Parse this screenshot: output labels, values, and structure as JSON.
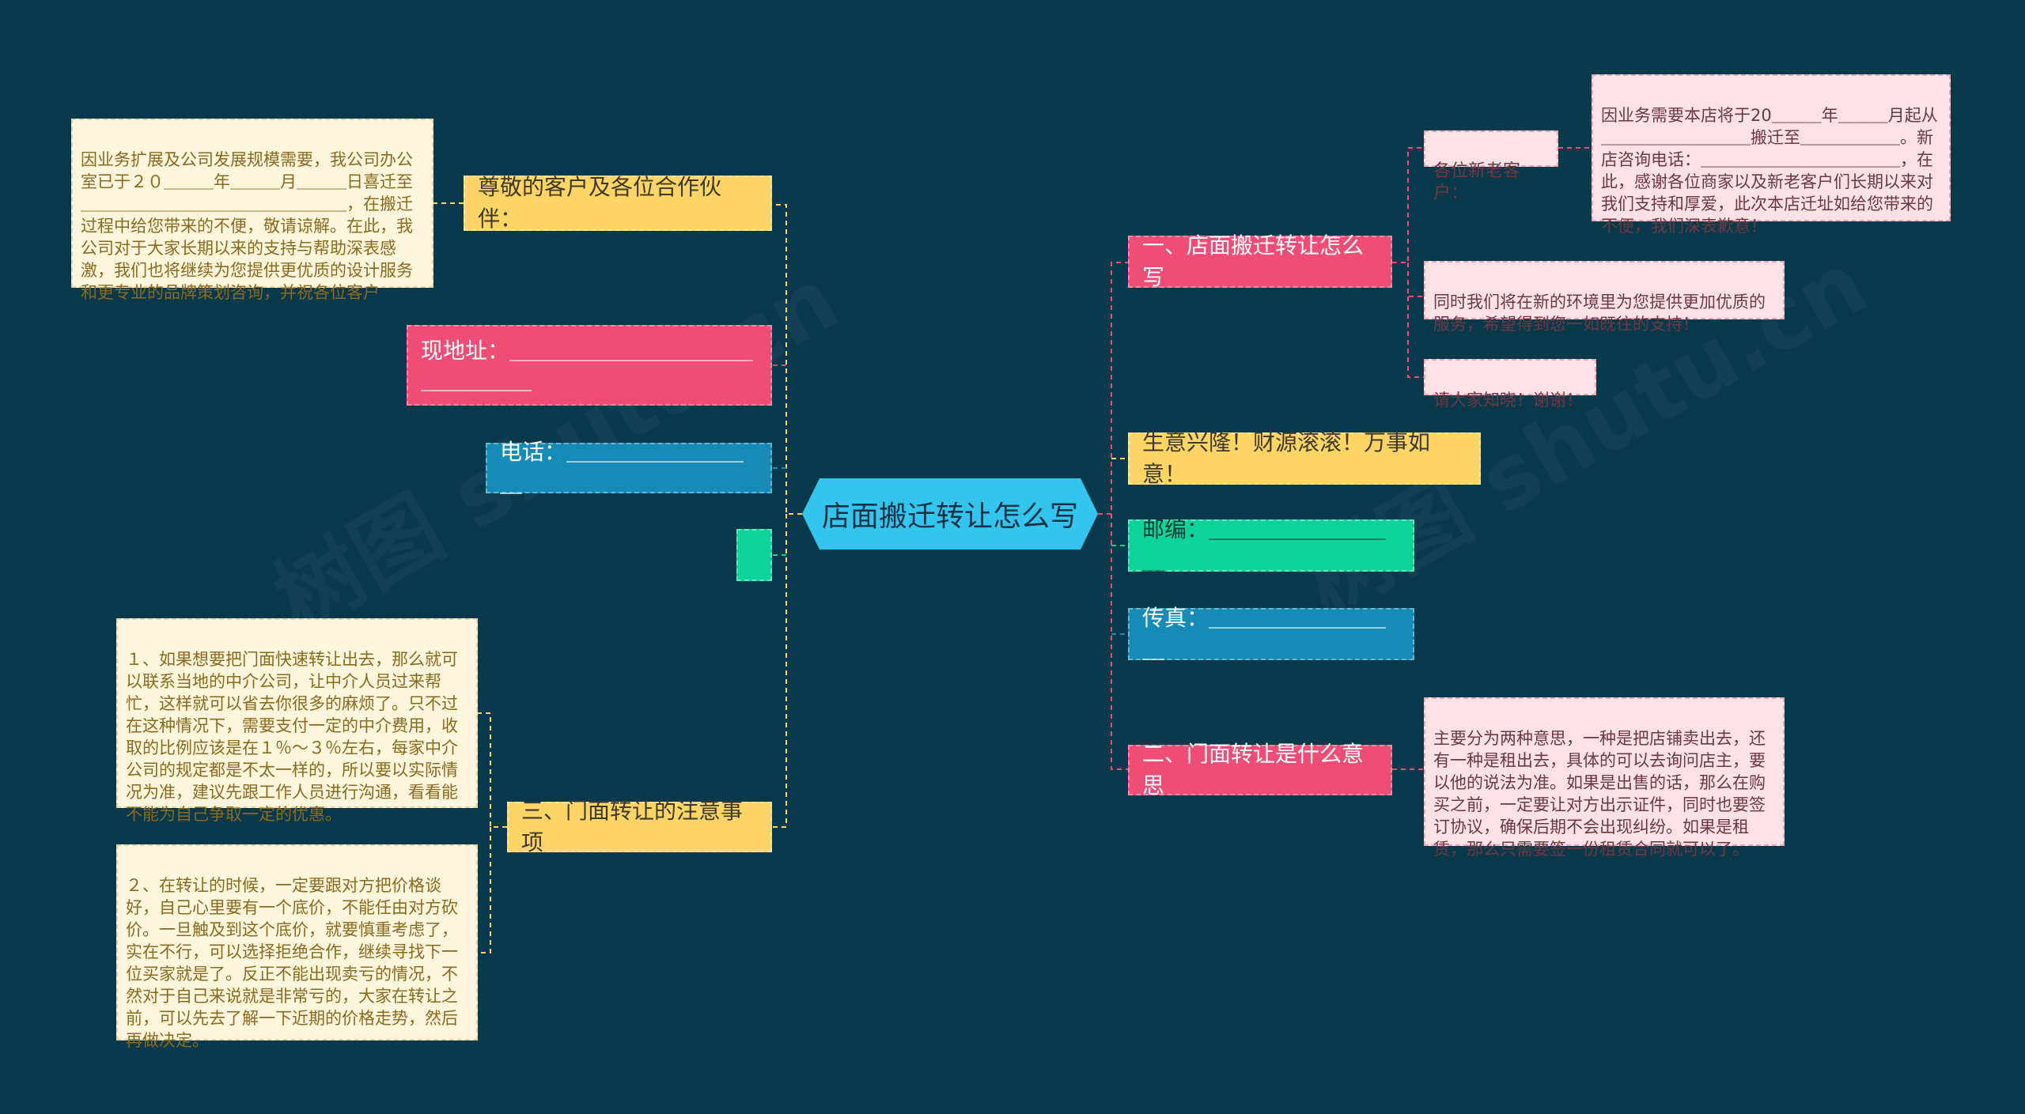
{
  "center": {
    "label": "店面搬迁转让怎么写"
  },
  "left": {
    "greeting": {
      "label": "尊敬的客户及各位合作伙伴：",
      "note": "因业务扩展及公司发展规模需要，我公司办公室已于２０＿＿＿年＿＿＿月＿＿＿日喜迁至＿＿＿＿＿＿＿＿＿＿＿＿＿＿＿＿，在搬迁过程中给您带来的不便，敬请谅解。在此，我公司对于大家长期以来的支持与帮助深表感激，我们也将继续为您提供更优质的设计服务和更专业的品牌策划咨询，并祝各位客户"
    },
    "address": {
      "label": "现地址：＿＿＿＿＿＿＿＿＿＿＿＿＿＿＿＿"
    },
    "phone": {
      "label": "电话：＿＿＿＿＿＿＿＿＿"
    },
    "blank": {
      "label": ""
    },
    "notes_topic": {
      "label": "三、门面转让的注意事项",
      "note1": "１、如果想要把门面快速转让出去，那么就可以联系当地的中介公司，让中介人员过来帮忙，这样就可以省去你很多的麻烦了。只不过在这种情况下，需要支付一定的中介费用，收取的比例应该是在１％～３％左右，每家中介公司的规定都是不太一样的，所以要以实际情况为准，建议先跟工作人员进行沟通，看看能不能为自己争取一定的优惠。",
      "note2": "２、在转让的时候，一定要跟对方把价格谈好，自己心里要有一个底价，不能任由对方砍价。一旦触及到这个底价，就要慎重考虑了，实在不行，可以选择拒绝合作，继续寻找下一位买家就是了。反正不能出现卖亏的情况，不然对于自己来说就是非常亏的，大家在转让之前，可以先去了解一下近期的价格走势，然后再做决定。"
    }
  },
  "right": {
    "topic1": {
      "label": "一、店面搬迁转让怎么写",
      "sub1": "各位新老客户：",
      "sub1_note": "因业务需要本店将于20＿＿＿年＿＿＿月起从＿＿＿＿＿＿＿＿＿搬迁至＿＿＿＿＿＿。新店咨询电话：＿＿＿＿＿＿＿＿＿＿＿＿，在此，感谢各位商家以及新老客户们长期以来对我们支持和厚爱，此次本店迁址如给您带来的不便，我们深表歉意！",
      "sub2": "同时我们将在新的环境里为您提供更加优质的服务，希望得到您一如既往的支持！",
      "sub3": "请大家知晓！谢谢！"
    },
    "prosper": {
      "label": "生意兴隆！财源滚滚！万事如意！"
    },
    "postcode": {
      "label": "邮编：＿＿＿＿＿＿＿＿＿"
    },
    "fax": {
      "label": "传真：＿＿＿＿＿＿＿＿＿"
    },
    "topic2": {
      "label": "二、门面转让是什么意思",
      "note": "主要分为两种意思，一种是把店铺卖出去，还有一种是租出去，具体的可以去询问店主，要以他的说法为准。如果是出售的话，那么在购买之前，一定要让对方出示证件，同时也要签订协议，确保后期不会出现纠纷。如果是租赁，那么只需要签一份租赁合同就可以了。"
    }
  },
  "colors": {
    "background": "#0b394c",
    "center": "#34c5ef",
    "yellow": "#fdd566",
    "red": "#f04d76",
    "blue": "#168bb8",
    "green": "#0fd49a",
    "note_left": "#fdf5dc",
    "note_right": "#fde1e8"
  }
}
